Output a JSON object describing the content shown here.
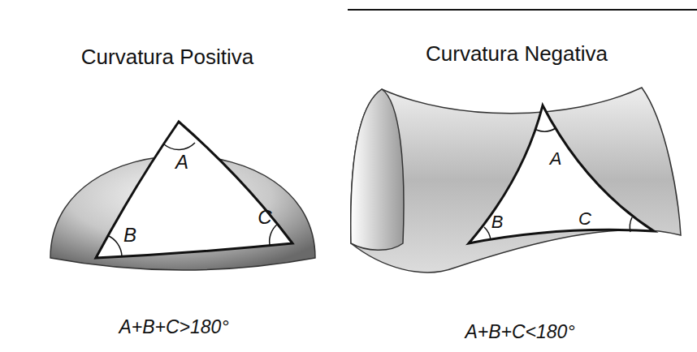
{
  "diagram": {
    "labels": [
      "Curvatura Positiva",
      "A",
      "B",
      "C",
      "A+B+C>180°",
      "Curvatura Negativa",
      "A",
      "B",
      "C",
      "A+B+C<180°"
    ]
  }
}
